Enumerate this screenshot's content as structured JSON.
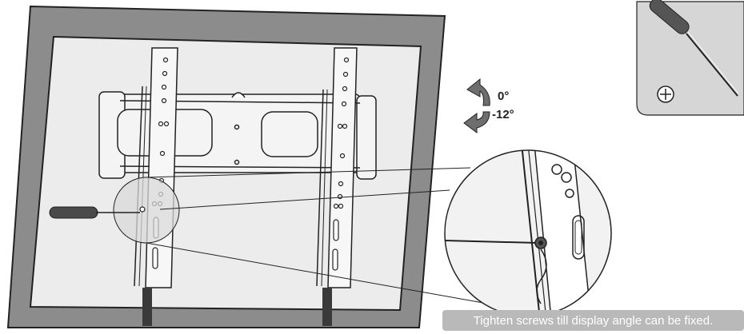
{
  "angles": {
    "tilt_max": "0°",
    "tilt_min": "-12°"
  },
  "caption": "Tighten screws till display angle can be fixed.",
  "icons": {
    "screwdriver": "phillips-screwdriver-icon",
    "screw_type": "phillips-head-icon",
    "tilt": "curved-tilt-arrows-icon"
  },
  "colors": {
    "tv_frame": "#8c8c8c",
    "tv_screen": "#ececec",
    "line": "#222222",
    "caption_bg": "#b9b9b9",
    "caption_text": "#ffffff",
    "highlight": "#d9d9d9"
  }
}
